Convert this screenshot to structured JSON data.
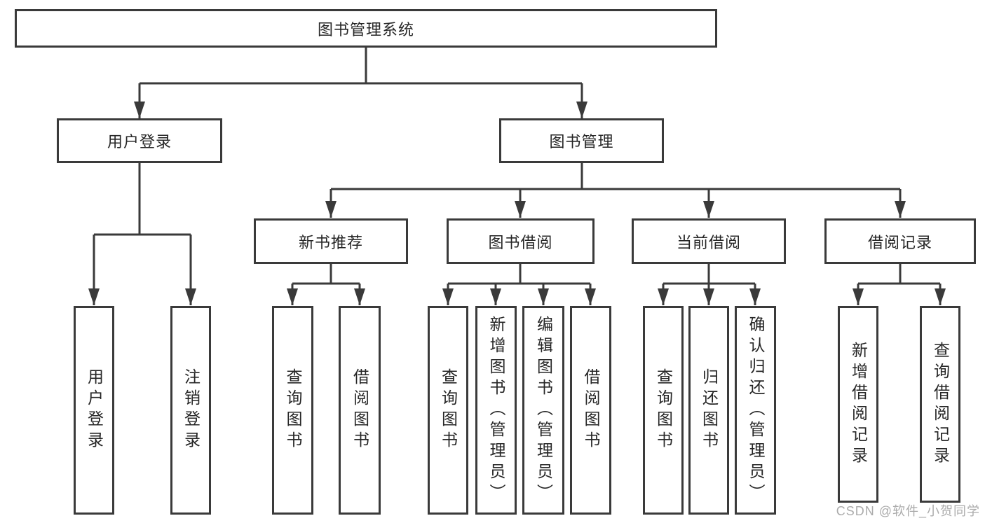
{
  "colors": {
    "line": "#3a3a3a",
    "node_border": "#3a3a3a",
    "node_text": "#262626",
    "background": "#ffffff",
    "watermark_text_color": "#ababab"
  },
  "tree": {
    "root": "图书管理系统",
    "branches": [
      {
        "label": "用户登录",
        "children": [
          "用户登录",
          "注销登录"
        ]
      },
      {
        "label": "图书管理",
        "groups": [
          {
            "label": "新书推荐",
            "children": [
              "查询图书",
              "借阅图书"
            ]
          },
          {
            "label": "图书借阅",
            "children": [
              "查询图书",
              "新增图书（管理员）",
              "编辑图书（管理员）",
              "借阅图书"
            ]
          },
          {
            "label": "当前借阅",
            "children": [
              "查询图书",
              "归还图书",
              "确认归还（管理员）"
            ]
          },
          {
            "label": "借阅记录",
            "children": [
              "新增借阅记录",
              "查询借阅记录"
            ]
          }
        ]
      }
    ]
  },
  "watermark": {
    "text": "CSDN @软件_小贺同学"
  }
}
